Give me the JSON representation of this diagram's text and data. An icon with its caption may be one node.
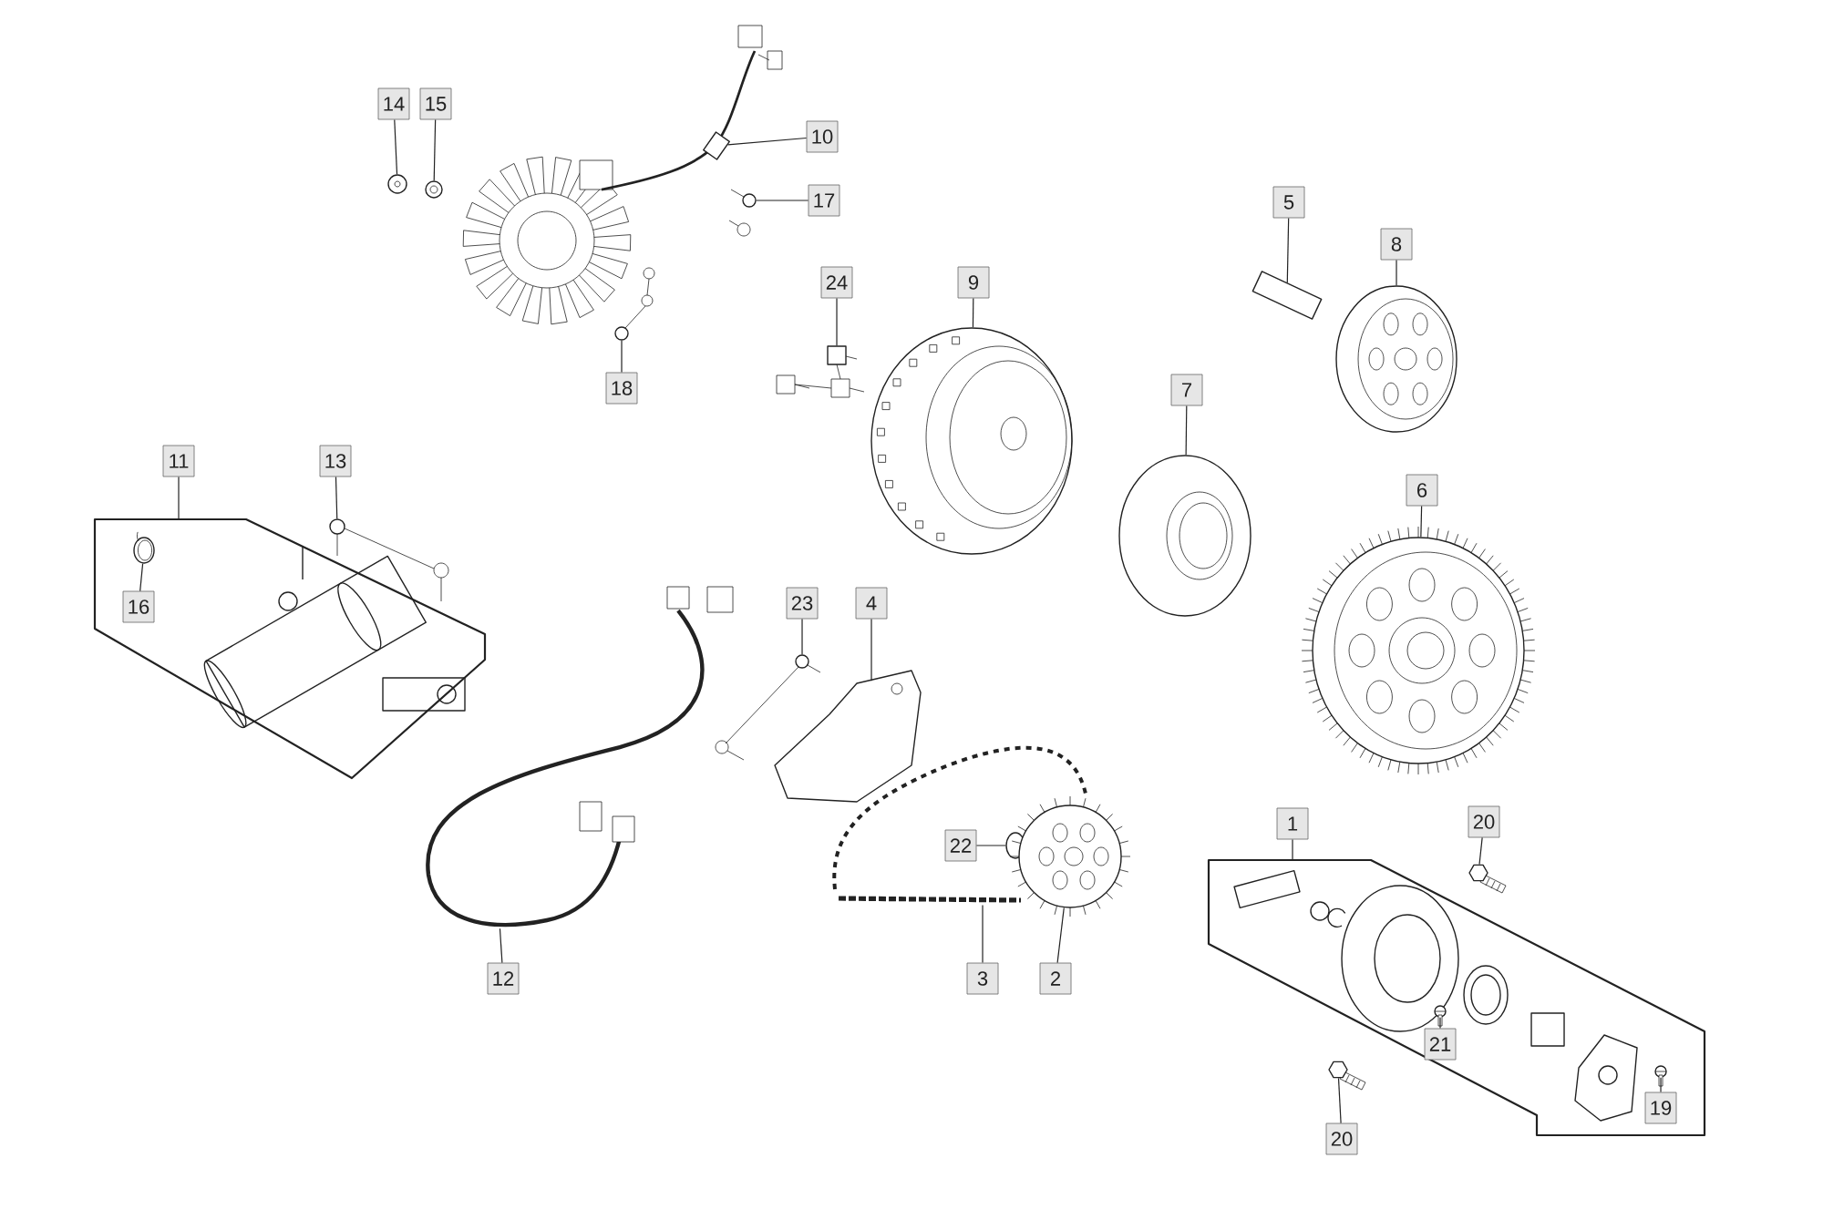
{
  "diagram": {
    "nodes": [
      {
        "text": [
          "14"
        ]
      },
      {
        "text": [
          "15"
        ]
      },
      {
        "text": [
          "10"
        ]
      },
      {
        "text": [
          "17"
        ]
      },
      {
        "text": [
          "5"
        ]
      },
      {
        "text": [
          "8"
        ]
      },
      {
        "text": [
          "24"
        ]
      },
      {
        "text": [
          "9"
        ]
      },
      {
        "text": [
          "18"
        ]
      },
      {
        "text": [
          "7"
        ]
      },
      {
        "text": [
          "11"
        ]
      },
      {
        "text": [
          "13"
        ]
      },
      {
        "text": [
          "6"
        ]
      },
      {
        "text": [],
        "shape": "box"
      },
      {
        "text": [
          "16"
        ],
        "in": 13
      },
      {
        "text": [
          "23"
        ]
      },
      {
        "text": [
          "4"
        ]
      },
      {
        "text": [
          "20"
        ]
      },
      {
        "text": [
          "1"
        ]
      },
      {
        "text": [],
        "shape": "box"
      },
      {
        "text": [
          "22"
        ]
      },
      {
        "text": [
          "21"
        ],
        "in": 19
      },
      {
        "text": [
          "12"
        ]
      },
      {
        "text": [
          "3"
        ]
      },
      {
        "text": [
          "2"
        ]
      },
      {
        "text": [
          "20"
        ]
      },
      {
        "text": [
          "19"
        ],
        "in": 19
      },
      {
        "text": [],
        "shape": "picture"
      },
      {
        "text": [],
        "shape": "picture"
      },
      {
        "text": [],
        "shape": "picture"
      },
      {
        "text": [],
        "shape": "picture"
      },
      {
        "text": [],
        "shape": "picture"
      },
      {
        "text": [],
        "shape": "picture"
      },
      {
        "text": [],
        "shape": "picture"
      },
      {
        "text": [],
        "shape": "picture"
      },
      {
        "text": [],
        "shape": "picture"
      },
      {
        "text": [],
        "shape": "picture"
      },
      {
        "text": [],
        "shape": "picture"
      },
      {
        "text": [],
        "shape": "picture"
      },
      {
        "text": [],
        "shape": "picture",
        "in": 13
      },
      {
        "text": [],
        "shape": "picture"
      },
      {
        "text": [],
        "shape": "picture"
      },
      {
        "text": [],
        "shape": "picture"
      },
      {
        "text": [],
        "shape": "picture"
      },
      {
        "text": [],
        "shape": "picture"
      },
      {
        "text": [],
        "shape": "picture"
      },
      {
        "text": [],
        "shape": "picture"
      },
      {
        "text": [],
        "shape": "picture",
        "in": 19
      },
      {
        "text": [],
        "shape": "picture"
      },
      {
        "text": [],
        "shape": "picture",
        "in": 19
      }
    ],
    "edges": [
      {
        "from": 0,
        "to": 27,
        "arrow": "none"
      },
      {
        "from": 1,
        "to": 28,
        "arrow": "none"
      },
      {
        "from": 2,
        "to": 29,
        "arrow": "none"
      },
      {
        "from": 3,
        "to": 30,
        "arrow": "none"
      },
      {
        "from": 4,
        "to": 35,
        "arrow": "none"
      },
      {
        "from": 5,
        "to": 36,
        "arrow": "none"
      },
      {
        "from": 6,
        "to": 31,
        "arrow": "none"
      },
      {
        "from": 7,
        "to": 32,
        "arrow": "none"
      },
      {
        "from": 8,
        "to": 33,
        "arrow": "none"
      },
      {
        "from": 9,
        "to": 34,
        "arrow": "none"
      },
      {
        "from": 10,
        "to": 13,
        "arrow": "none"
      },
      {
        "from": 11,
        "to": 37,
        "arrow": "none"
      },
      {
        "from": 12,
        "to": 38,
        "arrow": "none"
      },
      {
        "from": 14,
        "to": 39,
        "arrow": "none"
      },
      {
        "from": 15,
        "to": 40,
        "arrow": "none"
      },
      {
        "from": 16,
        "to": 41,
        "arrow": "none"
      },
      {
        "from": 17,
        "to": 42,
        "arrow": "none"
      },
      {
        "from": 18,
        "to": 19,
        "arrow": "none"
      },
      {
        "from": 20,
        "to": 43,
        "arrow": "none"
      },
      {
        "from": 21,
        "to": 47,
        "arrow": "none"
      },
      {
        "from": 22,
        "to": 44,
        "arrow": "none"
      },
      {
        "from": 23,
        "to": 45,
        "arrow": "none"
      },
      {
        "from": 24,
        "to": 46,
        "arrow": "none"
      },
      {
        "from": 25,
        "to": 48,
        "arrow": "none"
      },
      {
        "from": 26,
        "to": 49,
        "arrow": "none"
      }
    ]
  }
}
